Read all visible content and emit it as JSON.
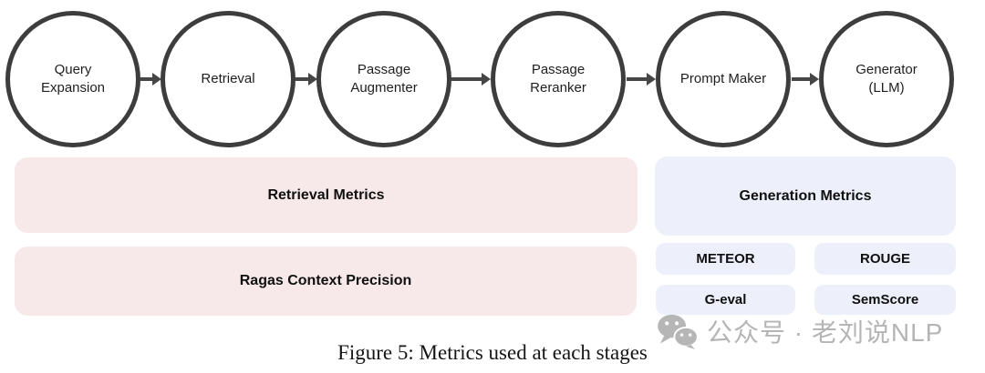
{
  "pipeline": {
    "stages": [
      {
        "label": "Query Expansion"
      },
      {
        "label": "Retrieval"
      },
      {
        "label": "Passage Augmenter"
      },
      {
        "label": "Passage Reranker"
      },
      {
        "label": "Prompt Maker"
      },
      {
        "label": "Generator (LLM)"
      }
    ]
  },
  "metrics": {
    "retrieval": {
      "title": "Retrieval Metrics",
      "items": [
        "Ragas Context Precision"
      ]
    },
    "generation": {
      "title": "Generation Metrics",
      "items": [
        "METEOR",
        "ROUGE",
        "G-eval",
        "SemScore"
      ]
    }
  },
  "watermark": {
    "icon": "wechat-icon",
    "text": "公众号 · 老刘说NLP"
  },
  "figure": {
    "caption": "Figure 5: Metrics used at each stages"
  },
  "colors": {
    "retrieval_box": "#F7E9E9",
    "generation_box": "#EDF0FA",
    "circle_border": "#3D3D3D",
    "arrow": "#464646",
    "watermark_gray": "#B5B5B5"
  }
}
